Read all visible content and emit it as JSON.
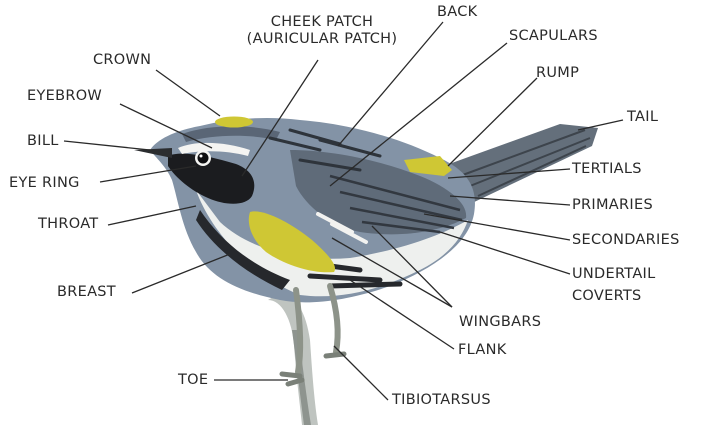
{
  "labels": {
    "cheek_patch_1": "CHEEK PATCH",
    "cheek_patch_2": "(AURICULAR PATCH)",
    "back": "BACK",
    "scapulars": "SCAPULARS",
    "crown": "CROWN",
    "eyebrow": "EYEBROW",
    "rump": "RUMP",
    "tail": "TAIL",
    "bill": "BILL",
    "eye_ring": "EYE RING",
    "throat": "THROAT",
    "tertials": "TERTIALS",
    "primaries": "PRIMARIES",
    "secondaries": "SECONDARIES",
    "undertail_coverts_1": "UNDERTAIL",
    "undertail_coverts_2": "COVERTS",
    "breast": "BREAST",
    "wingbars": "WINGBARS",
    "flank": "FLANK",
    "toe": "TOE",
    "tibiotarsus": "TIBIOTARSUS"
  },
  "colors": {
    "yellow_patch": "#cfc734",
    "plumage_gray": "#7d8da0",
    "plumage_black": "#1b1c1f",
    "underparts": "#eef0ee",
    "leader_line": "#2a2a2a"
  }
}
